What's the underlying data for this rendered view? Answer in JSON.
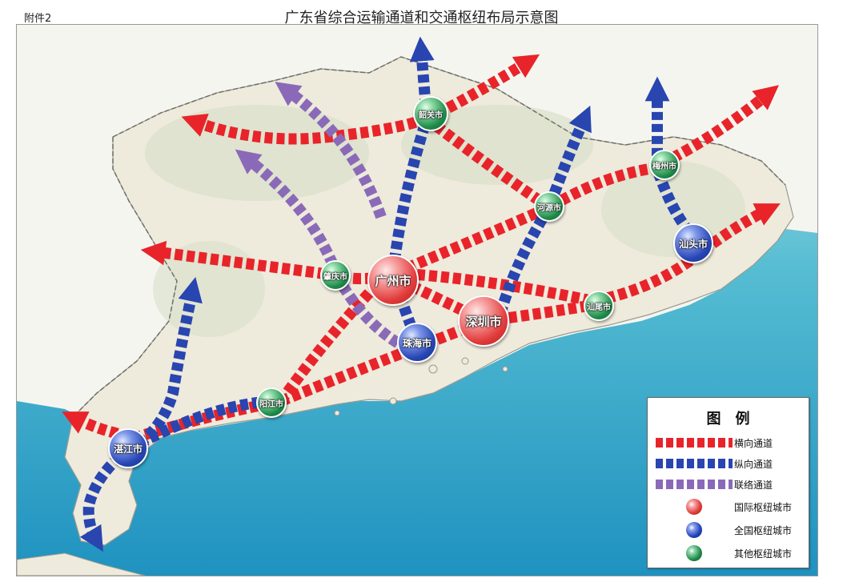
{
  "header": {
    "attachment": "附件2",
    "title": "广东省综合运输通道和交通枢纽布局示意图"
  },
  "colors": {
    "horizontal": "#e8242a",
    "vertical": "#2845b0",
    "connector": "#8a6ab8",
    "sea": "#2ea8c8",
    "land": "#f2f0e6"
  },
  "cities": {
    "guangzhou": "广州市",
    "shenzhen": "深圳市",
    "zhuhai": "珠海市",
    "shantou": "汕头市",
    "zhanjiang": "湛江市",
    "shaoguan": "韶关市",
    "heyuan": "河源市",
    "meizhou": "梅州市",
    "zhaoqing": "肇庆市",
    "shanwei": "汕尾市",
    "yangjiang": "阳江市"
  },
  "legend": {
    "title": "图例",
    "items": [
      {
        "symbol": "red-dashed-line",
        "label": "横向通道"
      },
      {
        "symbol": "blue-dashed-line",
        "label": "纵向通道"
      },
      {
        "symbol": "purple-dashed-line",
        "label": "联络通道"
      },
      {
        "symbol": "red-circle",
        "label": "国际枢纽城市"
      },
      {
        "symbol": "blue-circle",
        "label": "全国枢纽城市"
      },
      {
        "symbol": "green-circle",
        "label": "其他枢纽城市"
      }
    ]
  }
}
